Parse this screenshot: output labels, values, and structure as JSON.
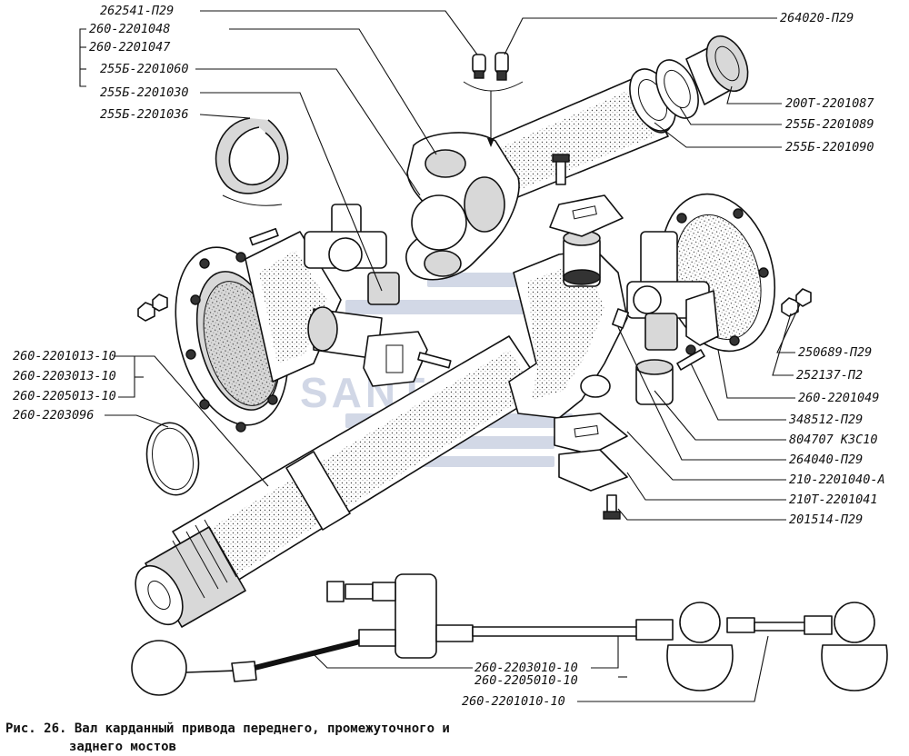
{
  "watermark": "SANTA",
  "caption": {
    "line1": "Рис. 26. Вал карданный привода переднего, промежуточного и",
    "line2": "заднего мостов"
  },
  "labels_left": [
    "262541-П29",
    "260-2201048",
    "260-2201047",
    "255Б-2201060",
    "255Б-2201030",
    "255Б-2201036",
    "260-2201013-10",
    "260-2203013-10",
    "260-2205013-10",
    "260-2203096"
  ],
  "labels_right": [
    "264020-П29",
    "200Т-2201087",
    "255Б-2201089",
    "255Б-2201090",
    "250689-П29",
    "252137-П2",
    "260-2201049",
    "348512-П29",
    "804707 КЗС10",
    "264040-П29",
    "210-2201040-А",
    "210Т-2201041",
    "201514-П29"
  ],
  "labels_bottom": [
    "260-2203010-10",
    "260-2205010-10",
    "260-2201010-10"
  ]
}
